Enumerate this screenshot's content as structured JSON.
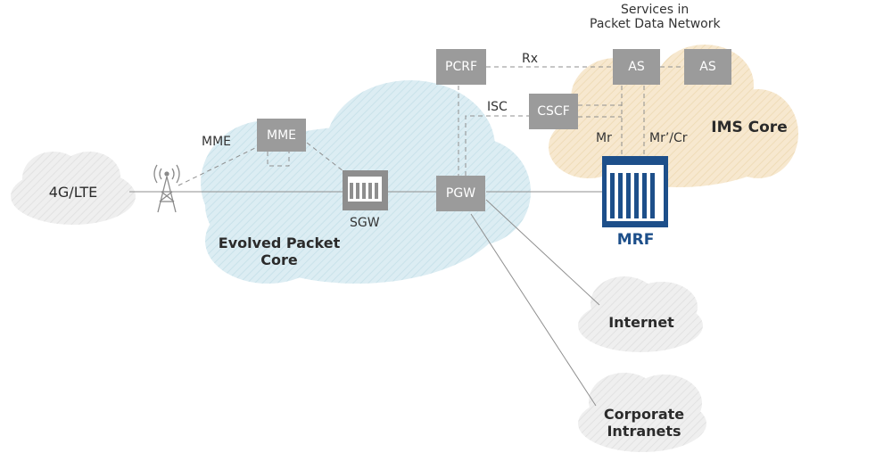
{
  "labels": {
    "services_line1": "Services in",
    "services_line2": "Packet Data Network",
    "lte": "4G/LTE",
    "mme_link": "MME",
    "mme_box": "MME",
    "sgw": "SGW",
    "pgw": "PGW",
    "pcrf": "PCRF",
    "rx": "Rx",
    "isc": "ISC",
    "cscf": "CSCF",
    "as1": "AS",
    "as2": "AS",
    "ims_core": "IMS Core",
    "mr": "Mr",
    "mr_cr": "Mr’/Cr",
    "mrf": "MRF",
    "epc_line1": "Evolved Packet",
    "epc_line2": "Core",
    "internet": "Internet",
    "corp_line1": "Corporate",
    "corp_line2": "Intranets"
  },
  "colors": {
    "box_gray": "#9b9b9b",
    "epc_cloud": "#d9ecf2",
    "ims_cloud": "#f5e4c6",
    "gray_cloud": "#ececec",
    "mrf_blue": "#1d4f8a",
    "line": "#8a8a8a"
  }
}
